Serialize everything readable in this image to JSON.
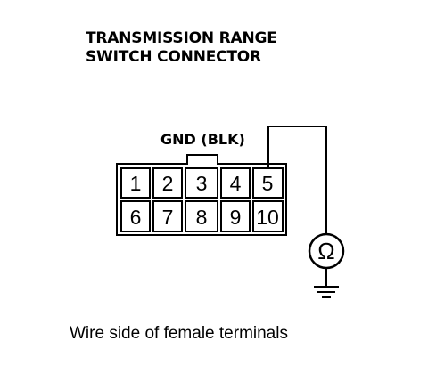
{
  "diagram": {
    "title_line1": "TRANSMISSION RANGE",
    "title_line2": "SWITCH CONNECTOR",
    "gnd_label": "GND (BLK)",
    "pins_top": [
      "1",
      "2",
      "3",
      "4",
      "5"
    ],
    "pins_bottom": [
      "6",
      "7",
      "8",
      "9",
      "10"
    ],
    "meter_symbol": "Ω",
    "caption": "Wire side of female terminals"
  }
}
